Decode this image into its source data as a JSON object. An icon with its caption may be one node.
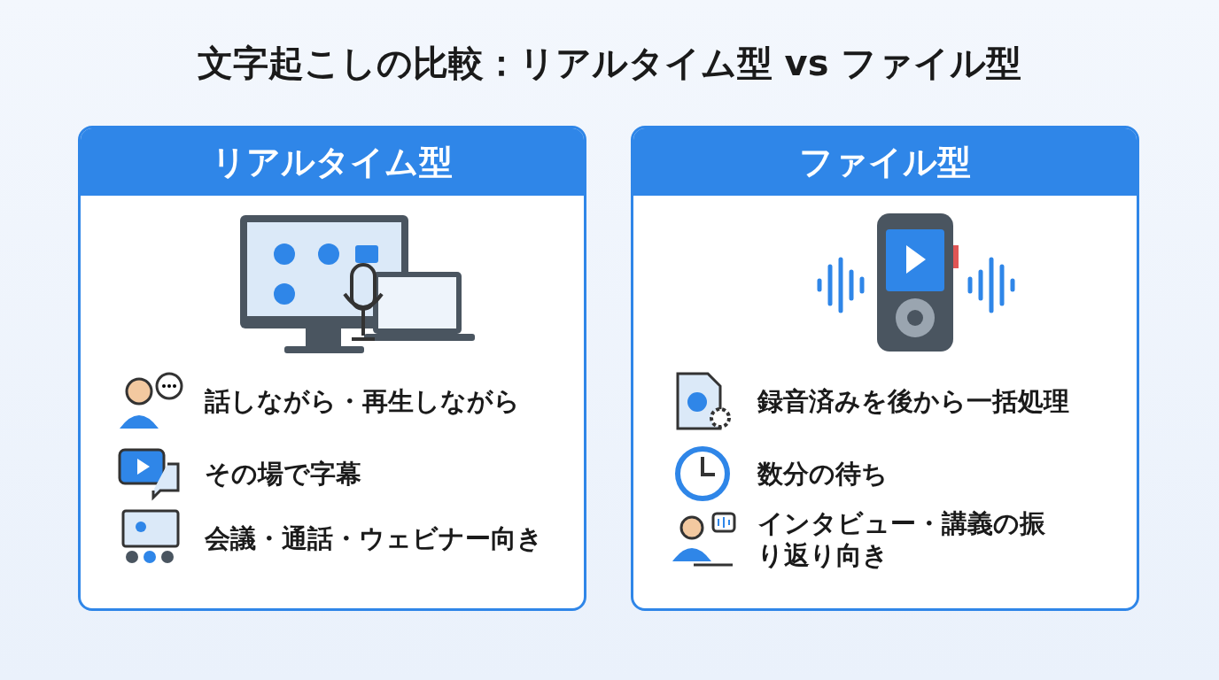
{
  "diagram": {
    "title": "文字起こしの比較：リアルタイム型 vs ファイル型",
    "nodes": [
      {
        "text": [
          "リアルタイム型",
          "話しながら・再生しながら",
          "その場で字幕",
          "会議・通話・ウェビナー向き"
        ]
      },
      {
        "text": [
          "ファイル型",
          "録音済みを後から一括処理",
          "数分の待ち",
          "インタビュー・講義の振り返り向き"
        ]
      }
    ]
  }
}
